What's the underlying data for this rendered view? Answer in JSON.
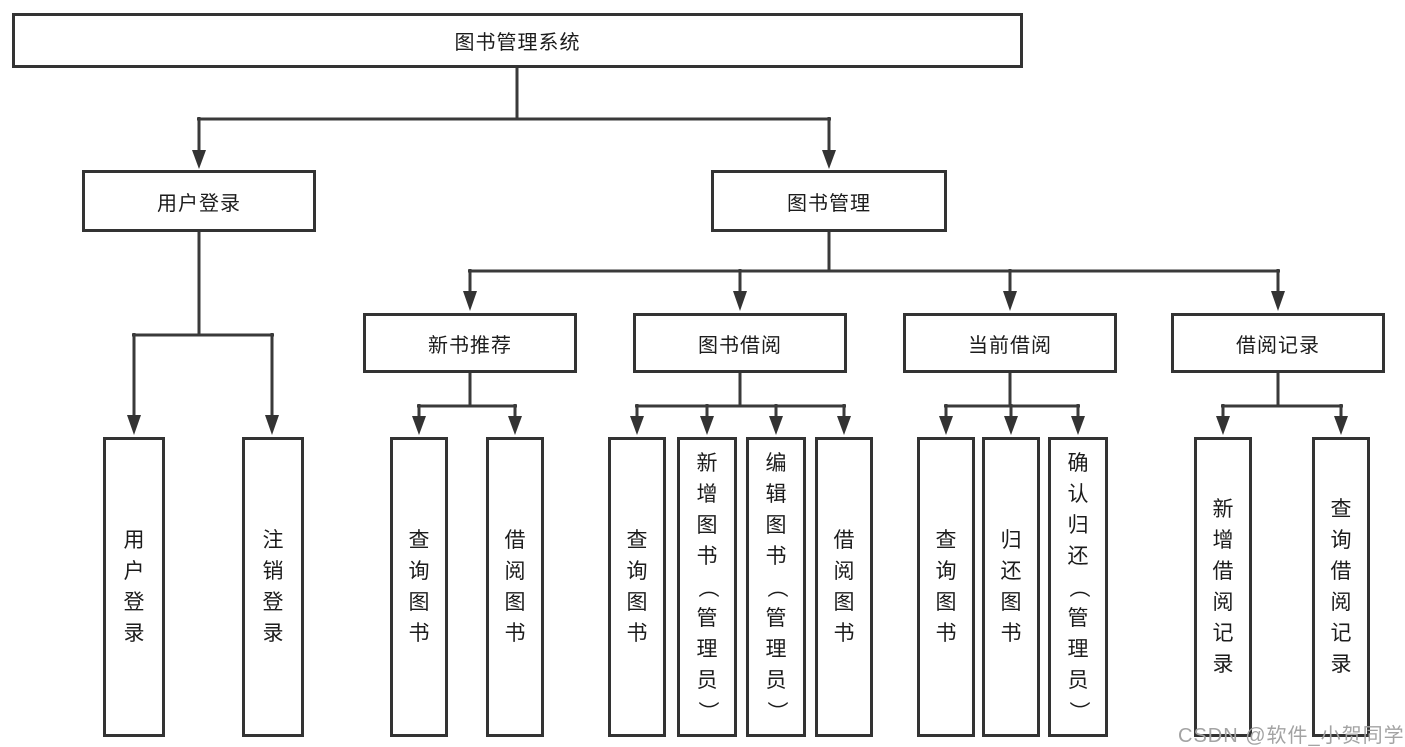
{
  "colors": {
    "background": "#ffffff",
    "box_border": "#333333",
    "line": "#3a3a3a",
    "text": "#1c1c1c",
    "watermark": "#a3a3a3"
  },
  "watermark": "CSDN @软件_小贺同学",
  "tree": {
    "label": "图书管理系统",
    "children": [
      {
        "label": "用户登录",
        "children": [
          {
            "label": "用户登录"
          },
          {
            "label": "注销登录"
          }
        ]
      },
      {
        "label": "图书管理",
        "children": [
          {
            "label": "新书推荐",
            "children": [
              {
                "label": "查询图书"
              },
              {
                "label": "借阅图书"
              }
            ]
          },
          {
            "label": "图书借阅",
            "children": [
              {
                "label": "查询图书"
              },
              {
                "label": "新增图书（管理员）"
              },
              {
                "label": "编辑图书（管理员）"
              },
              {
                "label": "借阅图书"
              }
            ]
          },
          {
            "label": "当前借阅",
            "children": [
              {
                "label": "查询图书"
              },
              {
                "label": "归还图书"
              },
              {
                "label": "确认归还（管理员）"
              }
            ]
          },
          {
            "label": "借阅记录",
            "children": [
              {
                "label": "新增借阅记录"
              },
              {
                "label": "查询借阅记录"
              }
            ]
          }
        ]
      }
    ]
  }
}
